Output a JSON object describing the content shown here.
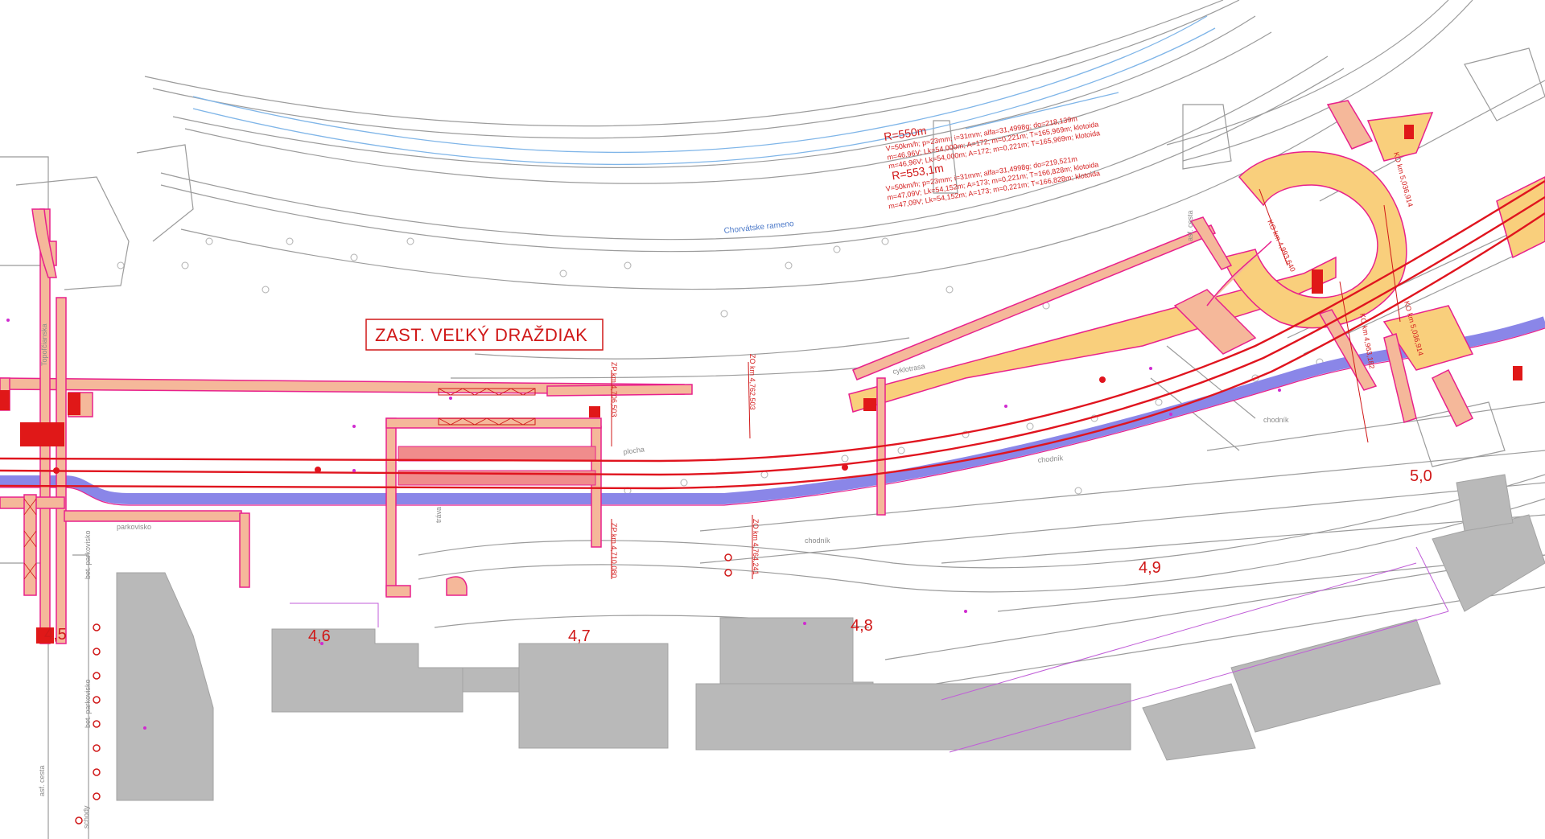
{
  "plan": {
    "stop_label": "ZAST. VEĽKÝ DRAŽDIAK",
    "curve_upper": {
      "radius": "R=550m",
      "line1": "V=50km/h; p=23mm; i=31mm; alfa=31,4998g; do=218,139m",
      "line2": "m=46,96V; Lk=54,000m; A=172; m=0,221m; T=165,969m; klotoida",
      "line3": "m=46,96V; Lk=54,000m; A=172; m=0,221m; T=165,969m; klotoida"
    },
    "curve_lower": {
      "radius": "R=553,1m",
      "line1": "V=50km/h; p=23mm; i=31mm; alfa=31,4998g; do=219,521m",
      "line2": "m=47,09V; Lk=54,152m; A=173; m=0,221m; T=166,828m; klotoida",
      "line3": "m=47,09V; Lk=54,152m; A=173; m=0,221m; T=166,828m; klotoida"
    },
    "water_label": "Chorvátske rameno",
    "station_marks": [
      "ZP km 4,706,503",
      "ZP km 4,710,080",
      "ZO km 4,762,503",
      "ZO km 4,764,241",
      "KO km 4,963,182",
      "KO km 5,036,914",
      "KO km 4,993,640",
      "KO km 5,036,914"
    ],
    "chainage": [
      "4,5",
      "4,6",
      "4,7",
      "4,8",
      "4,9",
      "5,0"
    ],
    "street_labels": [
      "Topoľčianska",
      "parkovisko",
      "bet. parkovisko",
      "bet. parkovisko",
      "chodník",
      "chodník",
      "plocha",
      "chodník",
      "asf. cesta",
      "asf. cesta",
      "cyklotrasa",
      "tráva",
      "schody"
    ],
    "colors": {
      "tram_axis": "#e0141e",
      "platform": "#f5b89a",
      "platform_edge": "#e8218c",
      "road_fill": "#f9cf7c",
      "bike_lane": "#8a86e8",
      "building": "#b9b9b9",
      "base_lines": "#9b9b9b",
      "water_lines": "#7fb5e8"
    }
  }
}
